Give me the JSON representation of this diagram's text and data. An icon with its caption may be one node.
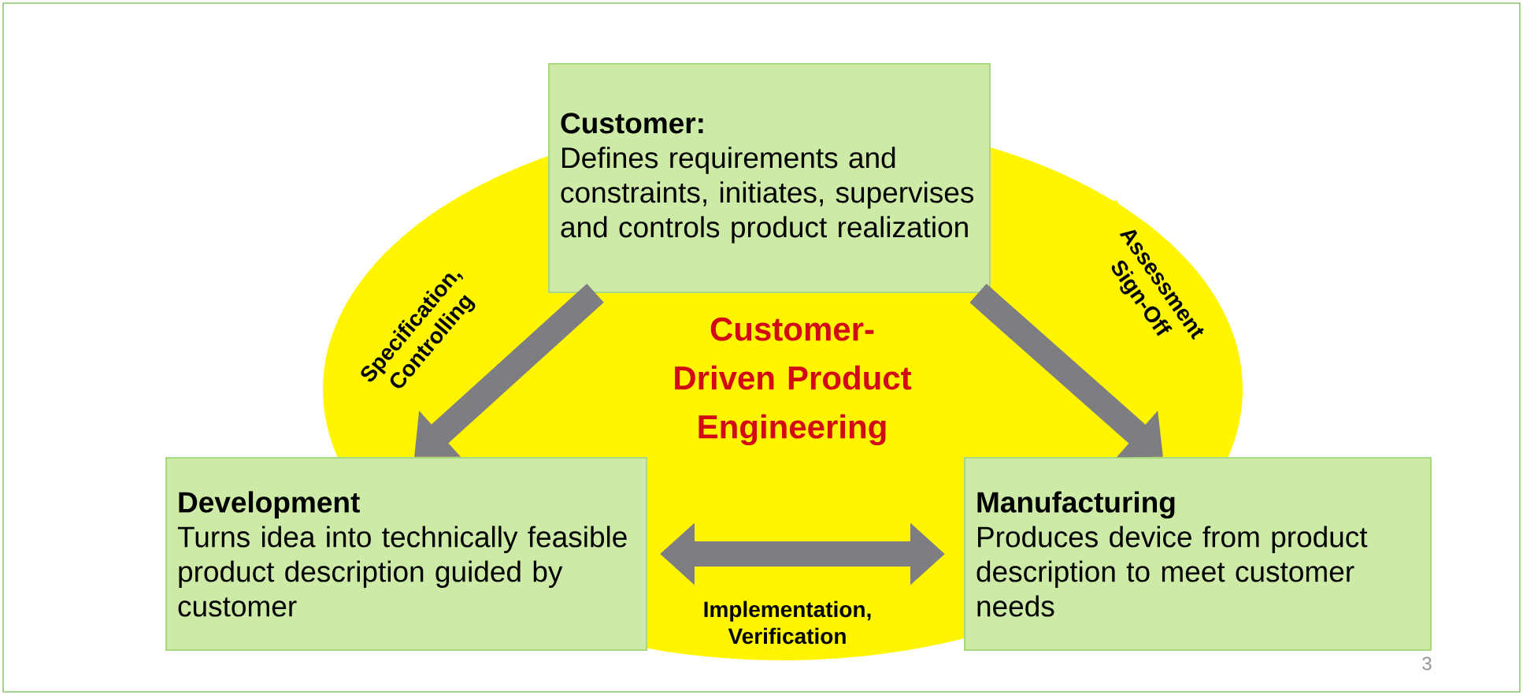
{
  "diagram": {
    "nodes": [
      {
        "text": [
          "Customer:",
          "Defines requirements and constraints, initiates, supervises and controls product realization"
        ]
      },
      {
        "text": [
          "Development",
          "Turns idea into technically feasible product description guided by customer"
        ]
      },
      {
        "text": [
          "Manufacturing",
          "Produces device from product description to meet customer needs"
        ]
      }
    ],
    "edges": [
      {
        "from": 0,
        "to": 1,
        "arrow": "to",
        "label": "Specification, Controlling"
      },
      {
        "from": 0,
        "to": 2,
        "arrow": "to",
        "label": "Assessment Sign-Off"
      },
      {
        "from": 1,
        "to": 2,
        "arrow": "both",
        "label": "Implementation, Verification"
      }
    ],
    "labels": [
      "Customer-Driven Product Engineering",
      "3"
    ]
  }
}
